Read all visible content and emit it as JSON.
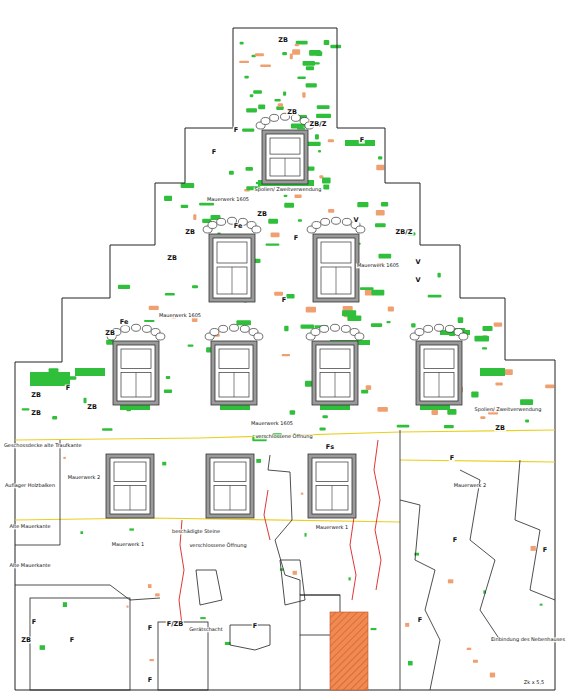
{
  "diagram": {
    "labels": [
      "ZB",
      "ZB",
      "ZB/Z",
      "F",
      "F",
      "F",
      "Spolien/ Zweitverwendung",
      "Mauerwerk 1605",
      "V",
      "ZB",
      "Fe",
      "ZB",
      "ZB/Z",
      "Mauerwerk 1605",
      "ZB",
      "F",
      "V",
      "ZB",
      "Fe",
      "Mauerwerk 1605",
      "F",
      "F",
      "ZB",
      "ZB",
      "ZB",
      "Mauerwerk 1605",
      "Spolien/ Zweitverwendung",
      "ZB",
      "Mauerwerk 2",
      "Mauerwerk 2",
      "Mauerwerk 1",
      "Mauerwerk 1",
      "Geschossdecke alte Traufkante",
      "Auflager Holzbalken",
      "Alte Mauerkante",
      "Alte Mauerkante",
      "Gerätschacht",
      "F/ZB",
      "verschlossene Öffnung",
      "verschlossene Öffnung",
      "beschädigte Steine",
      "Einbindung des Nebenhauses",
      "Zk x 5,5",
      "F",
      "F",
      "F",
      "F",
      "F",
      "F",
      "F",
      "ZB",
      "Fs",
      "F",
      "F",
      "V"
    ]
  }
}
